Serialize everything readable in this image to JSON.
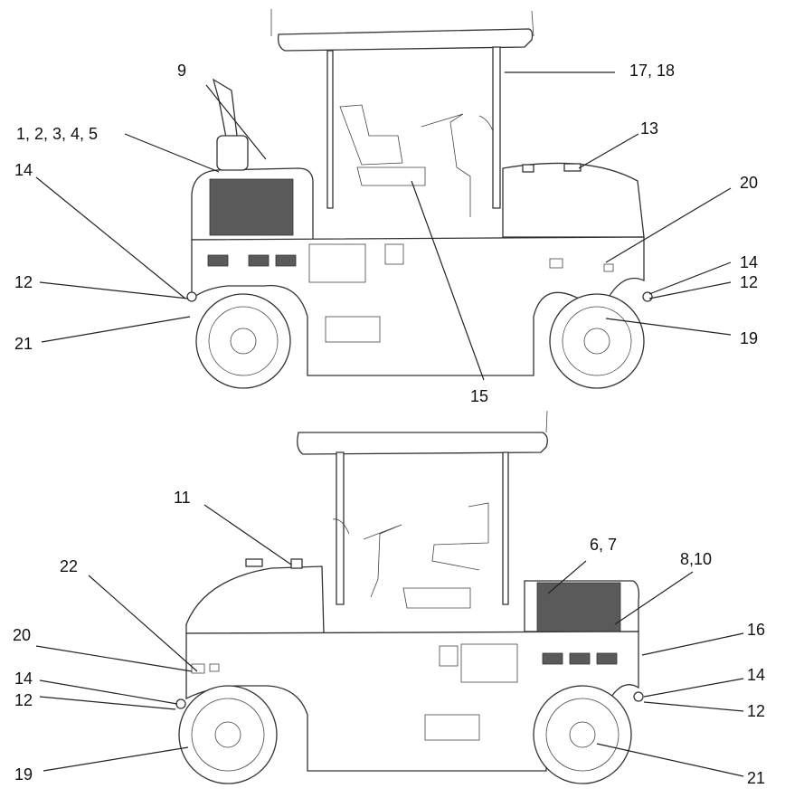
{
  "top_view": {
    "labels": {
      "l9": "9",
      "l1_5": "1, 2, 3, 4, 5",
      "l14_left": "14",
      "l12_left": "12",
      "l21_left": "21",
      "l17_18": "17, 18",
      "l13": "13",
      "l20": "20",
      "l14_right": "14",
      "l12_right": "12",
      "l19": "19",
      "l15": "15"
    }
  },
  "bottom_view": {
    "labels": {
      "l11": "11",
      "l22": "22",
      "l20": "20",
      "l14_left": "14",
      "l12_left": "12",
      "l19": "19",
      "l6_7": "6, 7",
      "l8_10": "8,10",
      "l16": "16",
      "l14_right": "14",
      "l12_right": "12",
      "l21": "21"
    }
  }
}
